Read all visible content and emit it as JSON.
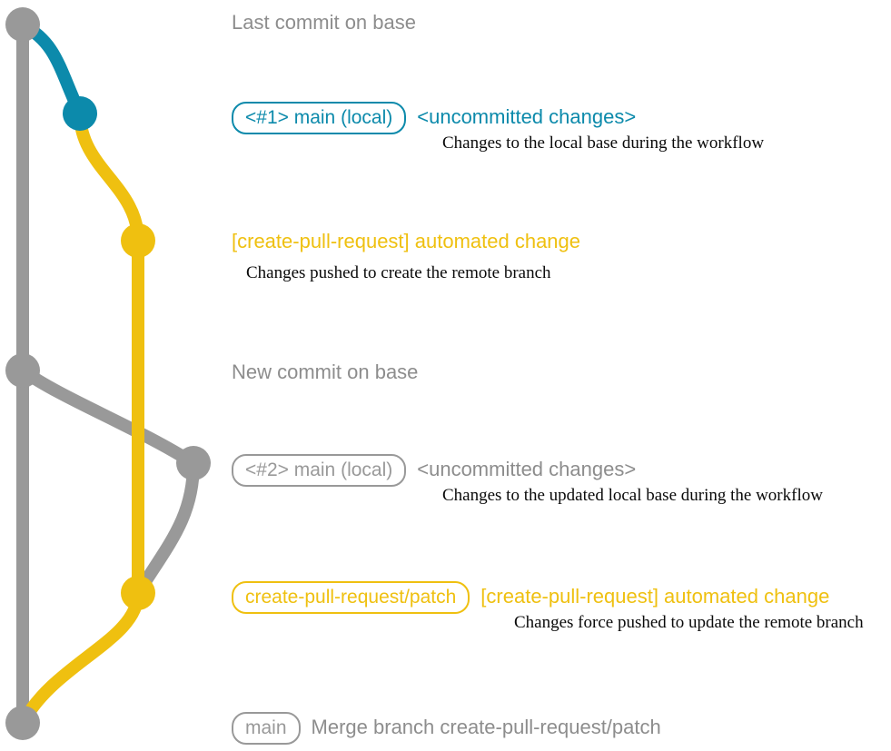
{
  "diagram": {
    "title": "git branch graph for create-pull-request workflow",
    "colors": {
      "base": "#999999",
      "local": "#0c8aab",
      "remote": "#efc010",
      "text": "#0a0a0a"
    }
  },
  "entries": [
    {
      "id": "last-commit-on-base",
      "badge": null,
      "headline": "Last commit on base",
      "headline_color": "gray",
      "subline": null,
      "node_color": "#999999"
    },
    {
      "id": "local-commit-1",
      "badge": "<#1> main (local)",
      "badge_color": "teal",
      "headline": "<uncommitted changes>",
      "headline_color": "teal",
      "subline": "Changes to the local base during the workflow",
      "node_color": "#0c8aab"
    },
    {
      "id": "automated-change-1",
      "badge": null,
      "headline": "[create-pull-request] automated change",
      "headline_color": "amber",
      "subline": "Changes pushed to create the remote branch",
      "node_color": "#efc010"
    },
    {
      "id": "new-commit-on-base",
      "badge": null,
      "headline": "New commit on base",
      "headline_color": "gray",
      "subline": null,
      "node_color": "#999999"
    },
    {
      "id": "local-commit-2",
      "badge": "<#2> main (local)",
      "badge_color": "gray",
      "headline": "<uncommitted changes>",
      "headline_color": "gray",
      "subline": "Changes to the updated local base during the workflow",
      "node_color": "#999999"
    },
    {
      "id": "automated-change-2",
      "badge": "create-pull-request/patch",
      "badge_color": "amber",
      "headline": "[create-pull-request] automated change",
      "headline_color": "amber",
      "subline": "Changes force pushed to update the remote branch",
      "node_color": "#efc010"
    },
    {
      "id": "merge-commit",
      "badge": "main",
      "badge_color": "gray",
      "headline": "Merge branch create-pull-request/patch",
      "headline_color": "gray",
      "subline": null,
      "node_color": "#999999"
    }
  ]
}
